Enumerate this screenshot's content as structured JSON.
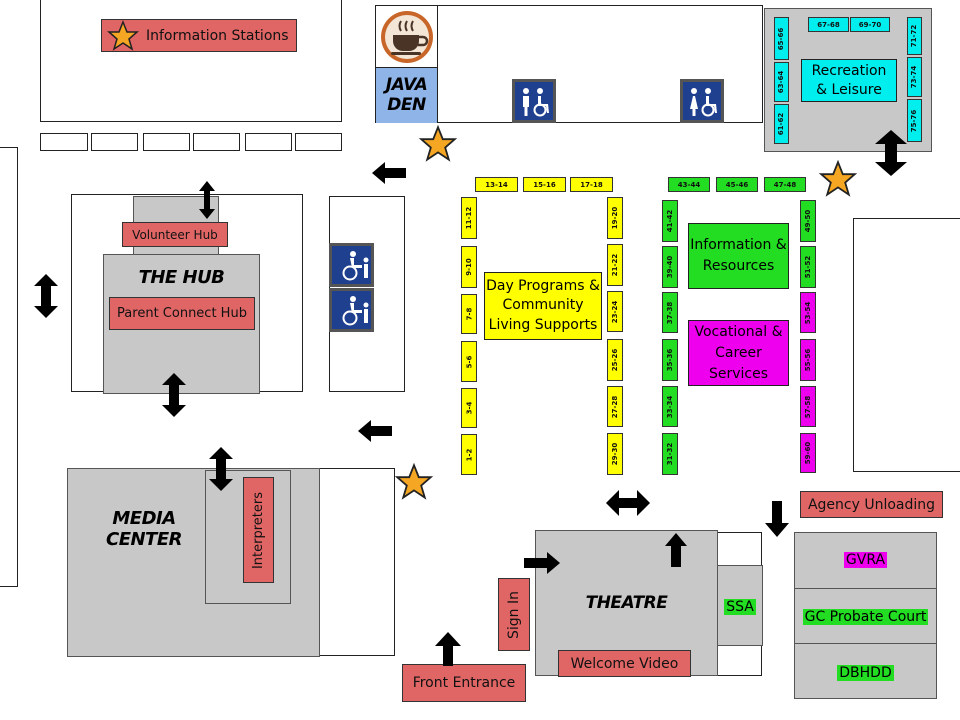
{
  "legend": {
    "label": "Information Stations",
    "icon": "star-icon"
  },
  "venues": {
    "java_den": "JAVA DEN",
    "the_hub": "THE HUB",
    "media_center": "MEDIA CENTER",
    "theatre": "THEATRE",
    "recreation": "Recreation & Leisure"
  },
  "labels": {
    "volunteer_hub": "Volunteer Hub",
    "parent_connect_hub": "Parent Connect Hub",
    "interpreters": "Interpreters",
    "day_programs": "Day Programs & Community Living Supports",
    "information_resources": "Information & Resources",
    "vocational_career": "Vocational & Career Services",
    "agency_unloading": "Agency Unloading",
    "gvra": "GVRA",
    "gc_probate_court": "GC Probate Court",
    "dbhdd": "DBHDD",
    "ssa": "SSA",
    "sign_in": "Sign In",
    "welcome_video": "Welcome Video",
    "front_entrance": "Front Entrance"
  },
  "booths": {
    "yellow_top": [
      "13-14",
      "15-16",
      "17-18"
    ],
    "yellow_left": [
      "11-12",
      "9-10",
      "7-8",
      "5-6",
      "3-4",
      "1-2"
    ],
    "yellow_right": [
      "19-20",
      "21-22",
      "23-24",
      "25-26",
      "27-28",
      "29-30"
    ],
    "green_top": [
      "43-44",
      "45-46",
      "47-48"
    ],
    "green_left": [
      "41-42",
      "39-40",
      "37-38",
      "35-36",
      "33-34",
      "31-32"
    ],
    "right_col": [
      "49-50",
      "51-52",
      "53-54",
      "55-56",
      "57-58",
      "59-60"
    ],
    "rec_top": [
      "67-68",
      "69-70"
    ],
    "rec_left": [
      "65-66",
      "63-64",
      "61-62"
    ],
    "rec_right": [
      "71-72",
      "73-74",
      "75-76"
    ]
  },
  "colors": {
    "yellow": "#ffff00",
    "green": "#22dd22",
    "magenta": "#ee00ee",
    "cyan": "#00eeee",
    "red_label": "#e06666",
    "venue_gray": "#c8c8c8",
    "java_blue": "#8fb4e8",
    "restroom_blue": "#1f3f8f",
    "star_orange": "#f5a623"
  }
}
